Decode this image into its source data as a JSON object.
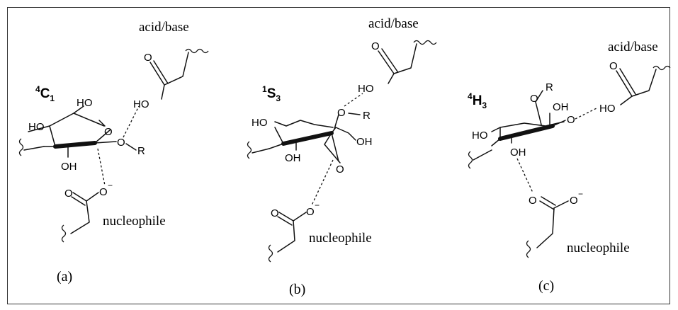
{
  "panels": [
    {
      "id": "a",
      "conformation": "C",
      "conf_sup": "4",
      "conf_sub": "1",
      "acid_base_label": "acid/base",
      "nucleophile_label": "nucleophile",
      "panel_label": "(a)",
      "atoms": {
        "ho_top": "HO",
        "ho_left": "HO",
        "oh_bottom": "OH",
        "ho_acid": "HO",
        "o_ring": "O",
        "o_glyc": "O",
        "r_group": "R",
        "o_acid_carbonyl": "O",
        "o_nuc_carbonyl": "O",
        "o_nuc": "O",
        "minus": "−"
      }
    },
    {
      "id": "b",
      "conformation": "S",
      "conf_sup": "1",
      "conf_sub": "3",
      "acid_base_label": "acid/base",
      "nucleophile_label": "nucleophile",
      "panel_label": "(b)",
      "atoms": {
        "ho_top": "HO",
        "oh_bottom": "OH",
        "oh_right": "OH",
        "ho_acid": "HO",
        "o_ring": "O",
        "o_glyc": "O",
        "r_group": "R",
        "o_acid_carbonyl": "O",
        "o_nuc_carbonyl": "O",
        "o_nuc": "O",
        "minus": "−"
      }
    },
    {
      "id": "c",
      "conformation": "H",
      "conf_sup": "4",
      "conf_sub": "3",
      "acid_base_label": "acid/base",
      "nucleophile_label": "nucleophile",
      "panel_label": "(c)",
      "atoms": {
        "ho_left": "HO",
        "oh_bottom": "OH",
        "oh_top": "OH",
        "ho_acid": "HO",
        "o_ring": "O",
        "o_glyc": "O",
        "r_group": "R",
        "o_acid_carbonyl": "O",
        "o_nuc_carbonyl": "O",
        "o_nuc": "O",
        "minus": "−"
      }
    }
  ]
}
